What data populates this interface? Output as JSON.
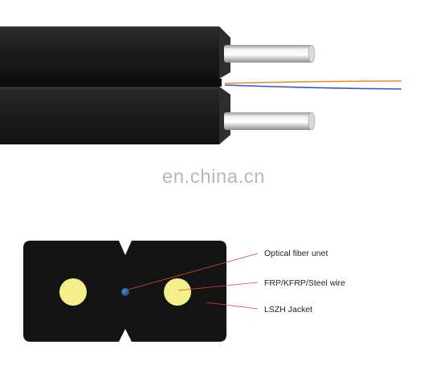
{
  "watermark": "en.china.cn",
  "labels": {
    "fiber": "Optical fiber unet",
    "strength": "FRP/KFRP/Steel wire",
    "jacket": "LSZH Jacket"
  },
  "colors": {
    "jacket": "#1e1e1e",
    "strength_member": "#f4ef8a",
    "fiber_core": "#1a6fb5",
    "leader_line": "#e0403a",
    "fiber_orange": "#e88c30",
    "fiber_blue": "#3455c8"
  }
}
